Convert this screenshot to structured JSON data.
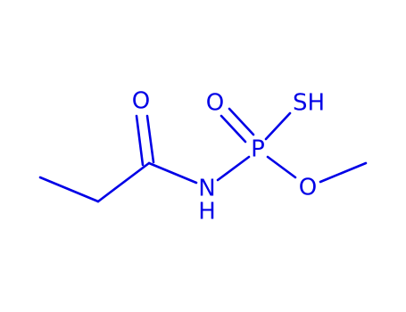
{
  "colors": {
    "bond": "#0000e6",
    "label": "#0000e6",
    "background": "#ffffff"
  },
  "atoms": {
    "carbonyl_oxygen": "O",
    "nitrogen": "N",
    "nitrogen_hydrogen": "H",
    "phosphorus": "P",
    "phosphoryl_oxygen": "O",
    "thiol": "SH",
    "ester_oxygen": "O"
  }
}
